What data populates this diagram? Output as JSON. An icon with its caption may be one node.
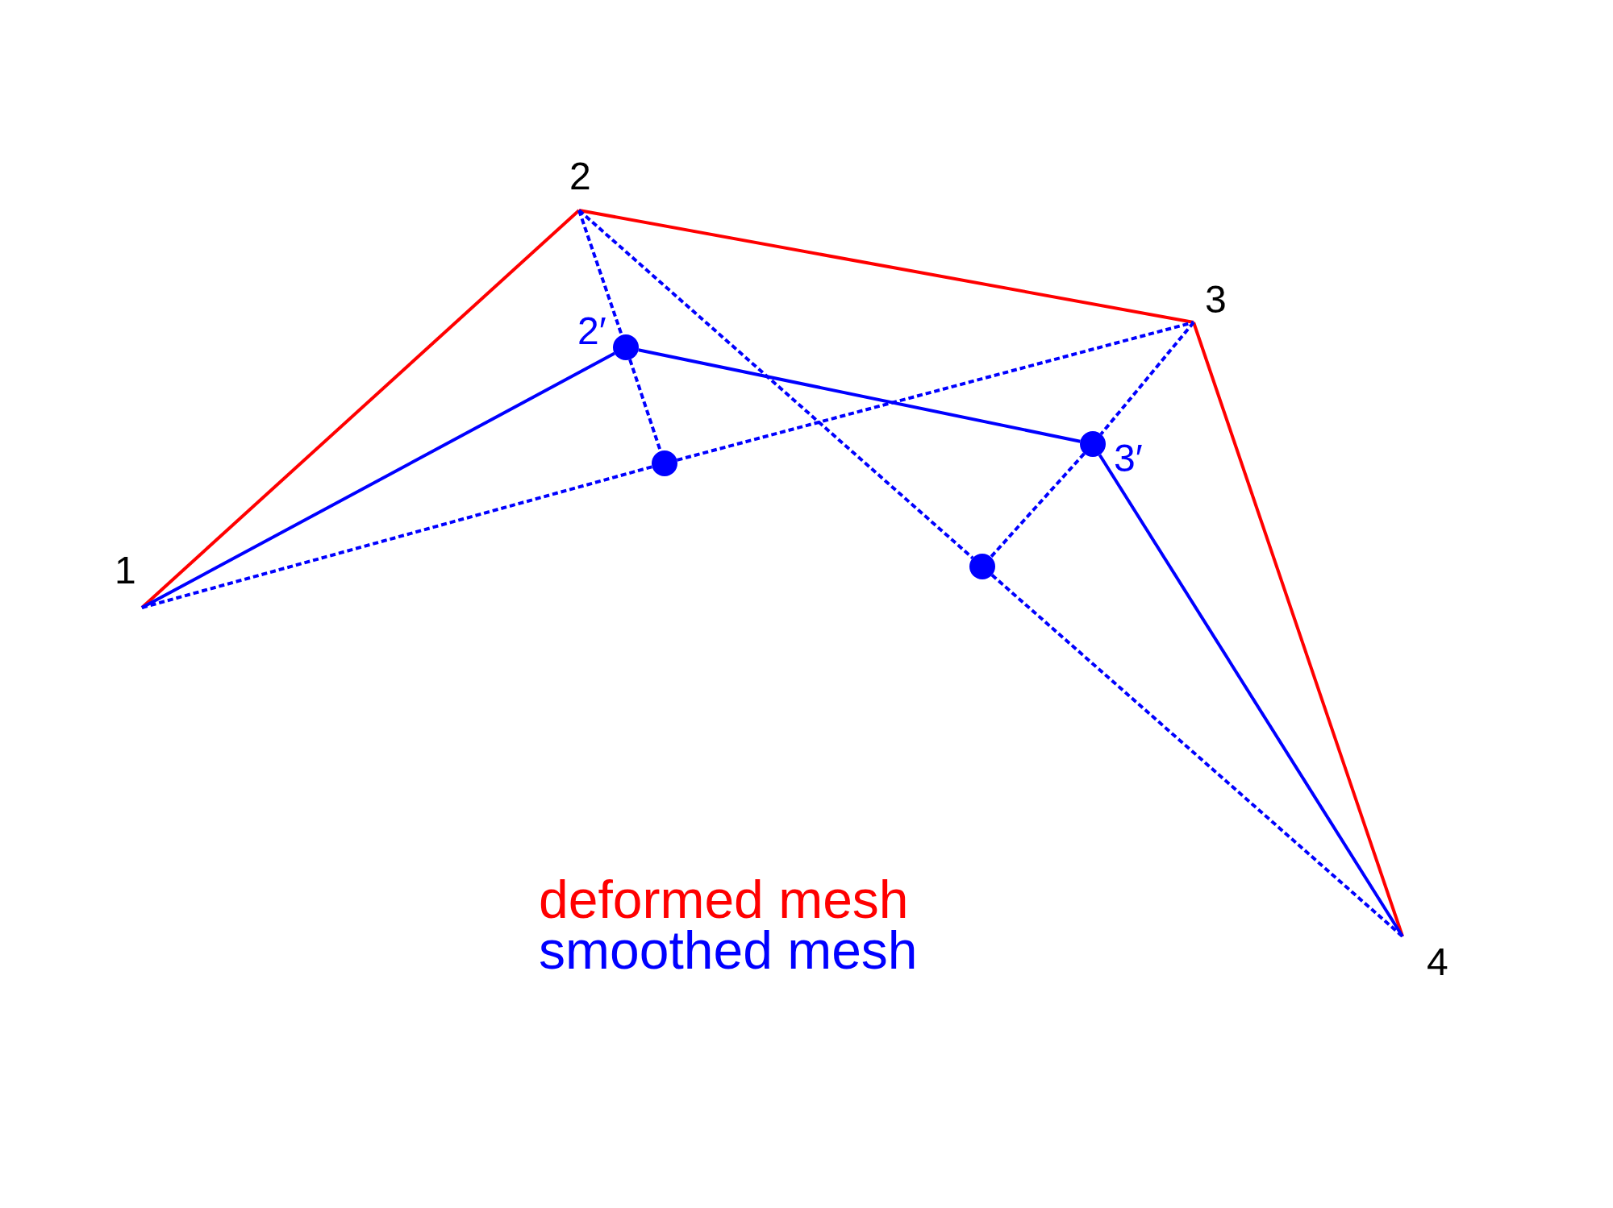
{
  "diagram": {
    "nodes": [
      {
        "text": [
          "1"
        ]
      },
      {
        "text": [
          "2"
        ]
      },
      {
        "text": [
          "3"
        ]
      },
      {
        "text": [
          "4"
        ]
      },
      {
        "text": [],
        "shape": "circle",
        "beside": [
          "2′"
        ]
      },
      {
        "text": [],
        "shape": "circle",
        "beside": [
          "3′"
        ]
      },
      {
        "text": [],
        "shape": "circle"
      },
      {
        "text": [],
        "shape": "circle"
      }
    ],
    "edges": [
      {
        "from": 0,
        "to": 1,
        "arrow": "none",
        "color": "#ff0000"
      },
      {
        "from": 1,
        "to": 2,
        "arrow": "none",
        "color": "#ff0000"
      },
      {
        "from": 2,
        "to": 3,
        "arrow": "none",
        "color": "#ff0000"
      },
      {
        "from": 0,
        "to": 4,
        "arrow": "none"
      },
      {
        "from": 4,
        "to": 5,
        "arrow": "none"
      },
      {
        "from": 5,
        "to": 3,
        "arrow": "none"
      },
      {
        "from": 0,
        "to": 6,
        "arrow": "none",
        "style": "dashed"
      },
      {
        "from": 6,
        "to": 2,
        "arrow": "none",
        "style": "dashed"
      },
      {
        "from": 1,
        "to": 4,
        "arrow": "none",
        "style": "dashed"
      },
      {
        "from": 4,
        "to": 6,
        "arrow": "none",
        "style": "dashed"
      },
      {
        "from": 1,
        "to": 7,
        "arrow": "none",
        "style": "dashed"
      },
      {
        "from": 7,
        "to": 3,
        "arrow": "none",
        "style": "dashed"
      },
      {
        "from": 2,
        "to": 5,
        "arrow": "none",
        "style": "dashed"
      },
      {
        "from": 5,
        "to": 7,
        "arrow": "none",
        "style": "dashed"
      }
    ],
    "legend": [
      {
        "text": "deformed mesh",
        "color": "#ff0000"
      },
      {
        "text": "smoothed mesh",
        "color": "#0000ff"
      }
    ]
  }
}
